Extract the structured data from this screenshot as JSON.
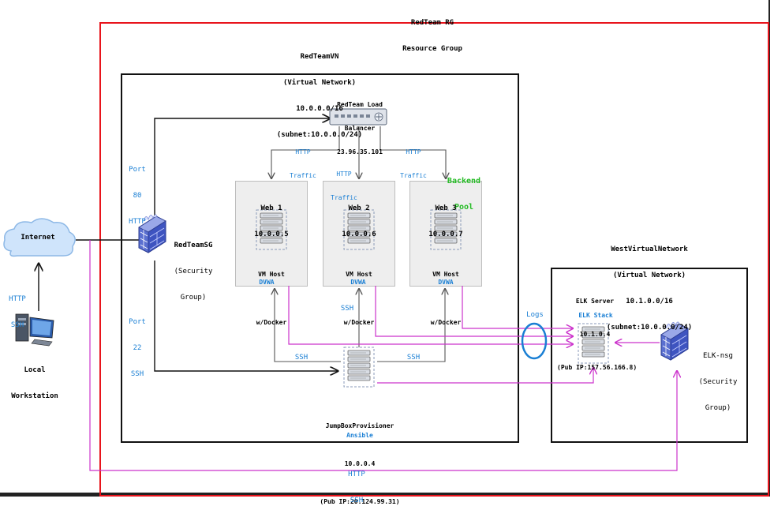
{
  "resource_group": {
    "title": "RedTeam RG",
    "subtitle": "Resource Group"
  },
  "vnet": {
    "name": "RedTeamVN",
    "type": "(Virtual Network)",
    "cidr": "10.0.0.0/16",
    "subnet": "(subnet:10.0.0.0/24)"
  },
  "load_balancer": {
    "line1": "RedTeam Load",
    "line2": "Balancer",
    "ip": "23.96.35.101"
  },
  "http_traffic": {
    "line1": "HTTP",
    "line2": "Traffic"
  },
  "backend_pool": {
    "line1": "Backend",
    "line2": "Pool"
  },
  "port80": {
    "line1": "Port",
    "line2": "80",
    "line3": "HTTP"
  },
  "port22": {
    "line1": "Port",
    "line2": "22",
    "line3": "SSH"
  },
  "security_group": {
    "name": "RedTeamSG",
    "line2": "(Security",
    "line3": "Group)"
  },
  "internet": {
    "label": "Internet"
  },
  "http_ssh": {
    "line1": "HTTP",
    "line2": "SSH"
  },
  "workstation": {
    "line1": "Local",
    "line2": "Workstation"
  },
  "vms": [
    {
      "name": "Web 1",
      "ip": "10.0.0.5",
      "host": "VM Host",
      "docker": "w/Docker",
      "app": "DVWA"
    },
    {
      "name": "Web 2",
      "ip": "10.0.0.6",
      "host": "VM Host",
      "docker": "w/Docker",
      "app": "DVWA"
    },
    {
      "name": "Web 3",
      "ip": "10.0.0.7",
      "host": "VM Host",
      "docker": "w/Docker",
      "app": "DVWA"
    }
  ],
  "ssh_label": "SSH",
  "jumpbox": {
    "name": "JumpBoxProvisioner",
    "ip": "10.0.0.4",
    "pub_ip": "(Pub IP:20.124.99.31)",
    "tool": "Ansible"
  },
  "logs_label": "Logs",
  "west_vnet": {
    "name": "WestVirtualNetwork",
    "type": "(Virtual Network)",
    "cidr": "10.1.0.0/16",
    "subnet": "(subnet:10.0.0.0/24)"
  },
  "elk": {
    "name": "ELK Server",
    "ip": "10.1.0.4",
    "pub_ip": "(Pub IP:157.56.166.8)",
    "stack": "ELK Stack"
  },
  "elk_nsg": {
    "name": "ELK-nsg",
    "line2": "(Security",
    "line3": "Group)"
  },
  "bottom_http_ssh": {
    "line1": "HTTP",
    "line2": "SSH"
  },
  "colors": {
    "rg_border": "#e8141c",
    "blue_text": "#1a7fd4",
    "green_text": "#22bb22",
    "magenta_line": "#cc33cc",
    "gray_line": "#555555"
  }
}
